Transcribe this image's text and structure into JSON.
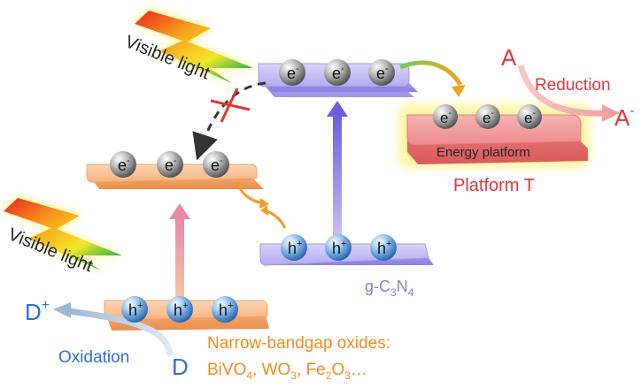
{
  "labels": {
    "visible_light_top": "Visible light",
    "visible_light_bottom": "Visible light",
    "reduction": "Reduction",
    "oxidation": "Oxidation",
    "energy_platform": "Energy platform",
    "platform_t": "Platform T",
    "reactant_a": "A",
    "product_a_main": "A",
    "product_a_sup": "-",
    "donor_d": "D",
    "product_d_main": "D",
    "product_d_sup": "+",
    "gcn": {
      "t1": "g-C",
      "s1": "3",
      "t2": "N",
      "s2": "4"
    },
    "oxides_title": "Narrow-bandgap oxides:",
    "oxides_formulas": {
      "b1": "BiVO",
      "b1s": "4",
      "sep1": ", WO",
      "w1s": "3",
      "sep2": ", Fe",
      "f1s": "2",
      "f2": "O",
      "f2s": "3",
      "tail": "…"
    }
  },
  "particles": {
    "electron_main": "e",
    "electron_sup": "-",
    "hole_main": "h",
    "hole_sup": "+"
  },
  "colors": {
    "gcn": "#b9b2f0",
    "oxide": "#f7b98a",
    "platform": "#f08a8a",
    "reduction_text": "#e8333c",
    "oxidation_text": "#2f6fd0",
    "oxide_text": "#f28a1d",
    "gcn_text": "#8a7be0"
  }
}
